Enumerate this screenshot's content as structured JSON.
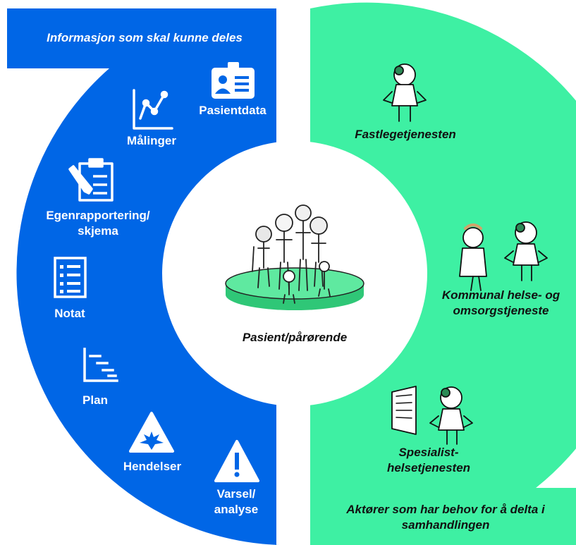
{
  "colors": {
    "left_panel": "#0066e6",
    "right_panel": "#3ef0a3",
    "center": "#ffffff",
    "platform": "#4fe08e"
  },
  "left": {
    "header": "Informasjon som skal kunne deles",
    "items": [
      {
        "label": "Pasientdata",
        "icon": "id-card-icon"
      },
      {
        "label": "Målinger",
        "icon": "line-graph-icon"
      },
      {
        "label_lines": [
          "Egenrapportering/",
          "skjema"
        ],
        "icon": "clipboard-pencil-icon"
      },
      {
        "label": "Notat",
        "icon": "document-list-icon"
      },
      {
        "label": "Plan",
        "icon": "gantt-chart-icon"
      },
      {
        "label": "Hendelser",
        "icon": "alert-triangle-icon"
      },
      {
        "label_lines": [
          "Varsel/",
          "analyse"
        ],
        "icon": "warning-triangle-icon"
      }
    ]
  },
  "center": {
    "label": "Pasient/pårørende"
  },
  "right": {
    "items": [
      {
        "label": "Fastlegetjenesten",
        "icon": "doctor-figure-icon"
      },
      {
        "label_lines": [
          "Kommunal helse- og",
          "omsorgstjeneste"
        ],
        "icon": "care-workers-icon"
      },
      {
        "label_lines": [
          "Spesialist-",
          "helsetjenesten"
        ],
        "icon": "hospital-doctor-icon"
      }
    ],
    "footer_lines": [
      "Aktører som har behov for å delta i",
      "samhandlingen"
    ]
  }
}
